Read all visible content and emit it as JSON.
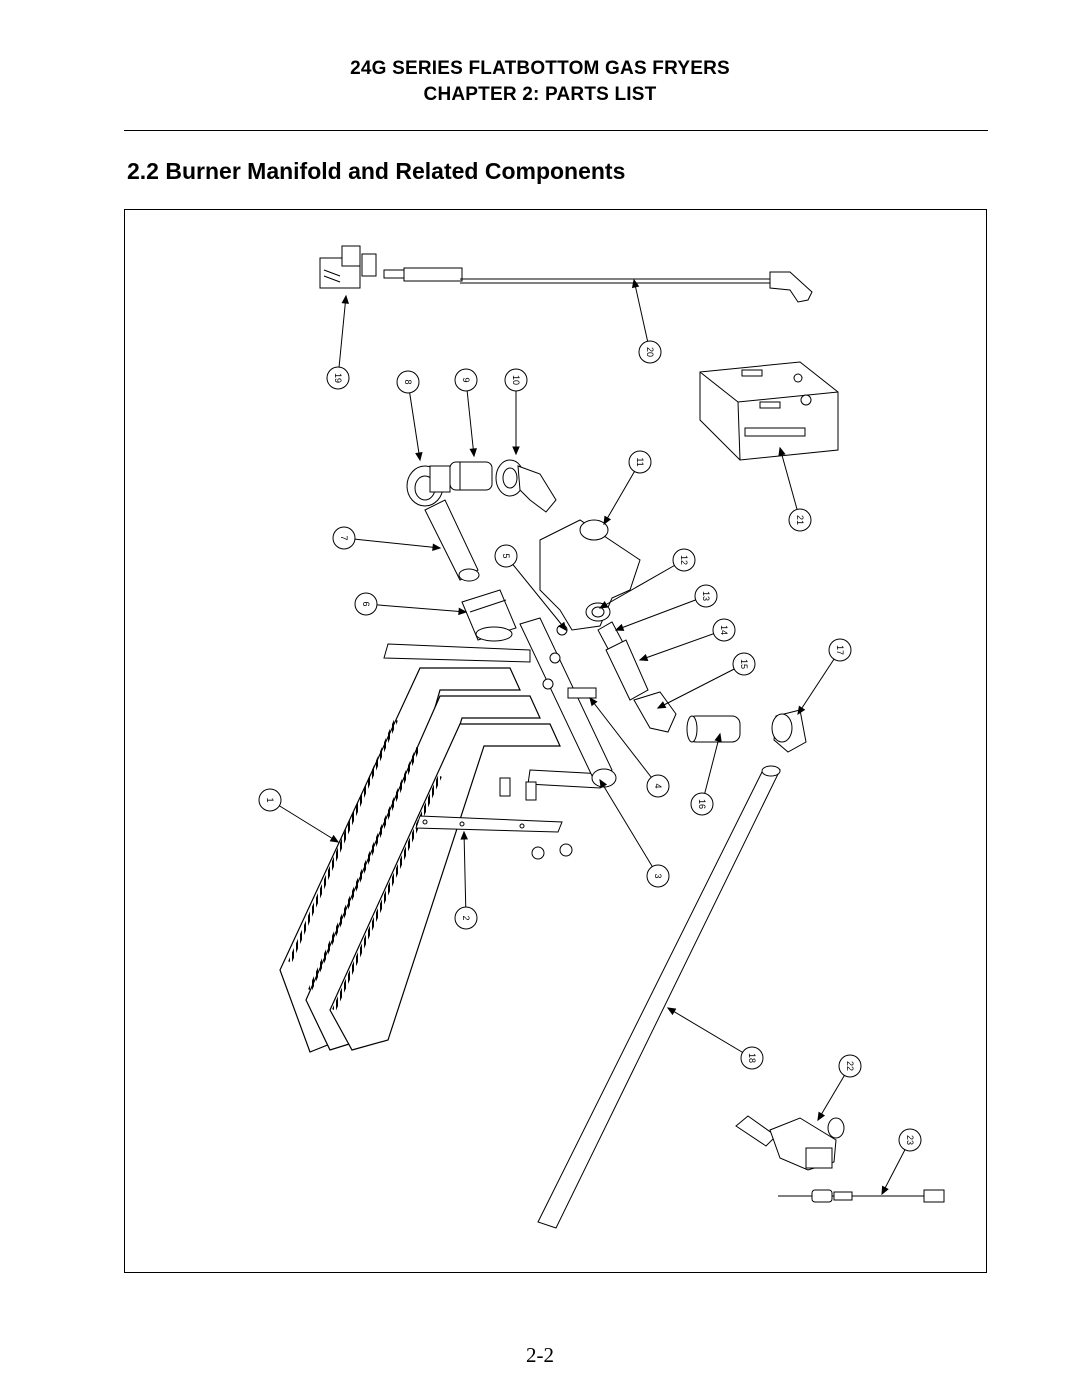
{
  "header": {
    "line1": "24G SERIES FLATBOTTOM GAS FRYERS",
    "line2": "CHAPTER 2:  PARTS LIST"
  },
  "section_title": "2.2  Burner Manifold and Related Components",
  "callouts": [
    "1",
    "2",
    "3",
    "4",
    "5",
    "6",
    "7",
    "8",
    "9",
    "10",
    "11",
    "12",
    "13",
    "14",
    "15",
    "16",
    "17",
    "18",
    "19",
    "20",
    "21",
    "22",
    "23"
  ],
  "page_number": "2-2"
}
